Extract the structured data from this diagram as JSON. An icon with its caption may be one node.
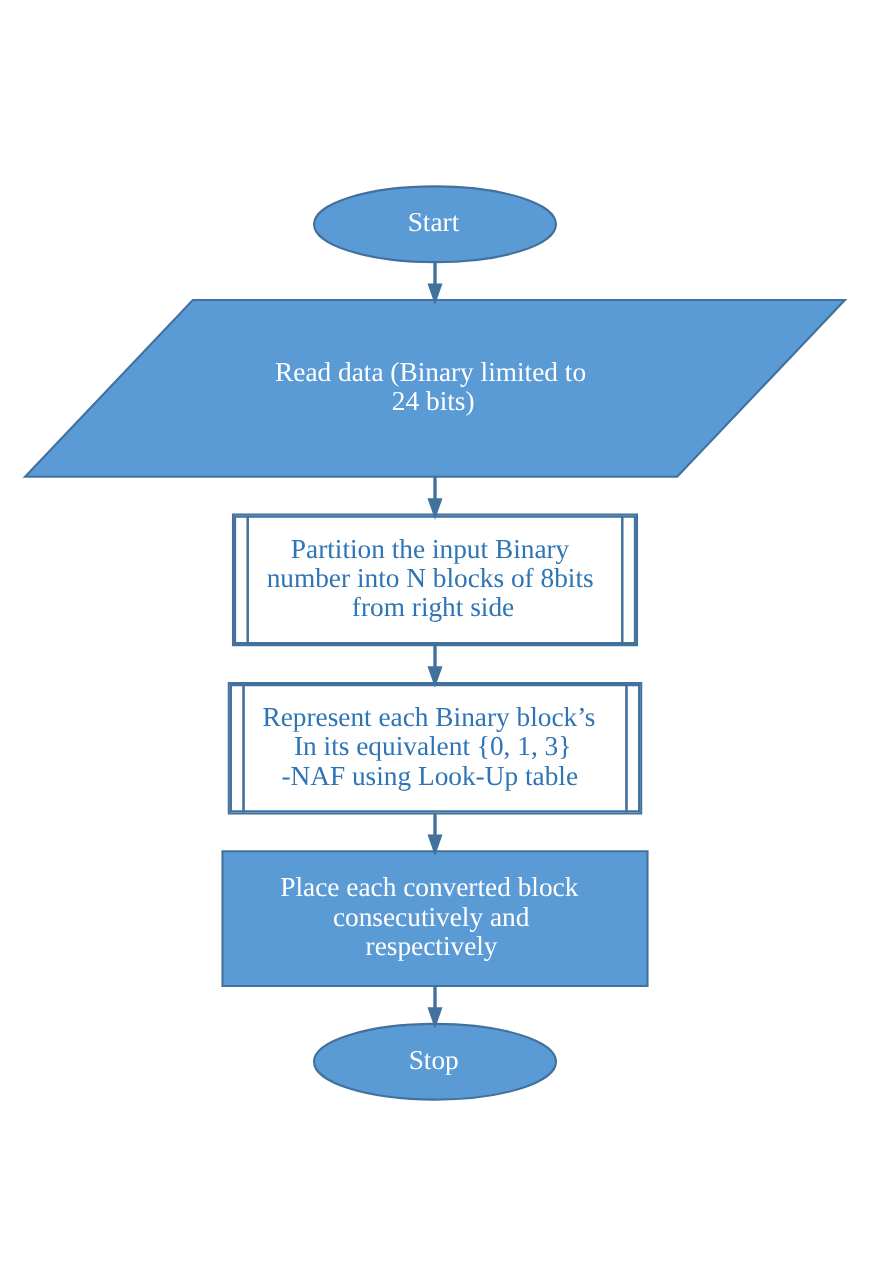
{
  "diagram": {
    "nodes": [
      {
        "text": [
          "Start"
        ]
      },
      {
        "text": [
          "Read data (Binary limited to 24 bits)"
        ]
      },
      {
        "text": [
          "Partition the input Binary number into N blocks of 8bits from right side"
        ]
      },
      {
        "text": [
          "Represent each Binary block’s In its equivalent {0, 1, 3} -NAF using Look-Up table"
        ]
      },
      {
        "text": [
          "Place each converted block consecutively and respectively"
        ]
      },
      {
        "text": [
          "Stop"
        ]
      }
    ],
    "edges": [
      {
        "from": 0,
        "to": 1,
        "arrow": "to"
      },
      {
        "from": 1,
        "to": 2,
        "arrow": "to"
      },
      {
        "from": 2,
        "to": 3,
        "arrow": "to"
      },
      {
        "from": 3,
        "to": 4,
        "arrow": "to"
      },
      {
        "from": 4,
        "to": 5,
        "arrow": "to"
      }
    ]
  }
}
